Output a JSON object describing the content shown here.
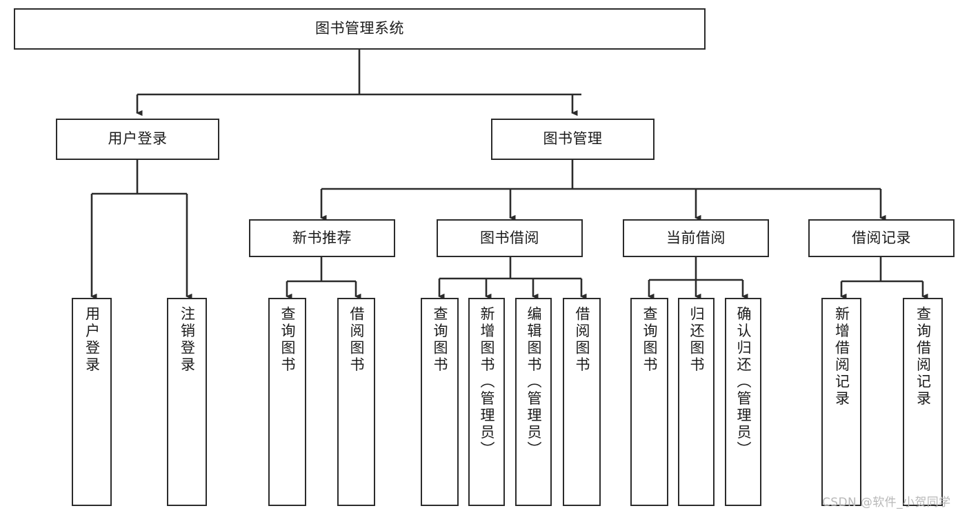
{
  "diagram": {
    "type": "tree",
    "title": "图书管理系统",
    "orientation": "top-down",
    "root": {
      "id": "root",
      "label": "图书管理系统"
    },
    "level1": [
      {
        "id": "user-login",
        "label": "用户登录"
      },
      {
        "id": "book-manage",
        "label": "图书管理"
      }
    ],
    "level2": [
      {
        "id": "new-book-rec",
        "label": "新书推荐",
        "parent": "book-manage"
      },
      {
        "id": "book-borrow",
        "label": "图书借阅",
        "parent": "book-manage"
      },
      {
        "id": "current-borrow",
        "label": "当前借阅",
        "parent": "book-manage"
      },
      {
        "id": "borrow-record",
        "label": "借阅记录",
        "parent": "book-manage"
      }
    ],
    "leaves": [
      {
        "id": "leaf-user-login",
        "label": "用户登录",
        "parent": "user-login"
      },
      {
        "id": "leaf-user-logout",
        "label": "注销登录",
        "parent": "user-login"
      },
      {
        "id": "leaf-query-book-1",
        "label": "查询图书",
        "parent": "new-book-rec"
      },
      {
        "id": "leaf-borrow-book-1",
        "label": "借阅图书",
        "parent": "new-book-rec"
      },
      {
        "id": "leaf-query-book-2",
        "label": "查询图书",
        "parent": "book-borrow"
      },
      {
        "id": "leaf-add-book",
        "label": "新增图书（管理员）",
        "parent": "book-borrow"
      },
      {
        "id": "leaf-edit-book",
        "label": "编辑图书（管理员）",
        "parent": "book-borrow"
      },
      {
        "id": "leaf-borrow-book-2",
        "label": "借阅图书",
        "parent": "book-borrow"
      },
      {
        "id": "leaf-query-book-3",
        "label": "查询图书",
        "parent": "current-borrow"
      },
      {
        "id": "leaf-return-book",
        "label": "归还图书",
        "parent": "current-borrow"
      },
      {
        "id": "leaf-confirm-return",
        "label": "确认归还（管理员）",
        "parent": "current-borrow"
      },
      {
        "id": "leaf-add-record",
        "label": "新增借阅记录",
        "parent": "borrow-record"
      },
      {
        "id": "leaf-query-record",
        "label": "查询借阅记录",
        "parent": "borrow-record"
      }
    ]
  },
  "watermark": {
    "text": "CSDN @软件_小贺同学"
  },
  "colors": {
    "background": "#ffffff",
    "node_border": "#2b2b2b",
    "node_fill": "#ffffff",
    "text": "#1b1b1b",
    "connector": "#2b2b2b",
    "watermark": "#b8b8b8"
  }
}
